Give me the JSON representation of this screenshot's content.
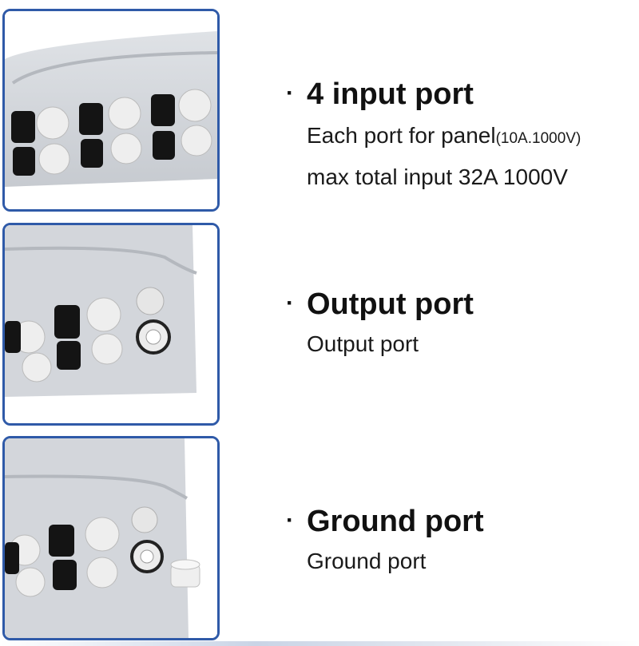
{
  "features": [
    {
      "title": "4 input port",
      "desc_line1_main": "Each port for panel",
      "desc_line1_small": "(10A.1000V)",
      "desc_line2": "max total input 32A 1000V"
    },
    {
      "title": "Output port",
      "desc": "Output port"
    },
    {
      "title": "Ground port",
      "desc": "Ground port"
    }
  ],
  "bullet": "·",
  "colors": {
    "panel_border": "#2f5aa8",
    "enclosure": "#d3d6db",
    "connector_black": "#141414",
    "gland_white": "#eeeeee"
  }
}
